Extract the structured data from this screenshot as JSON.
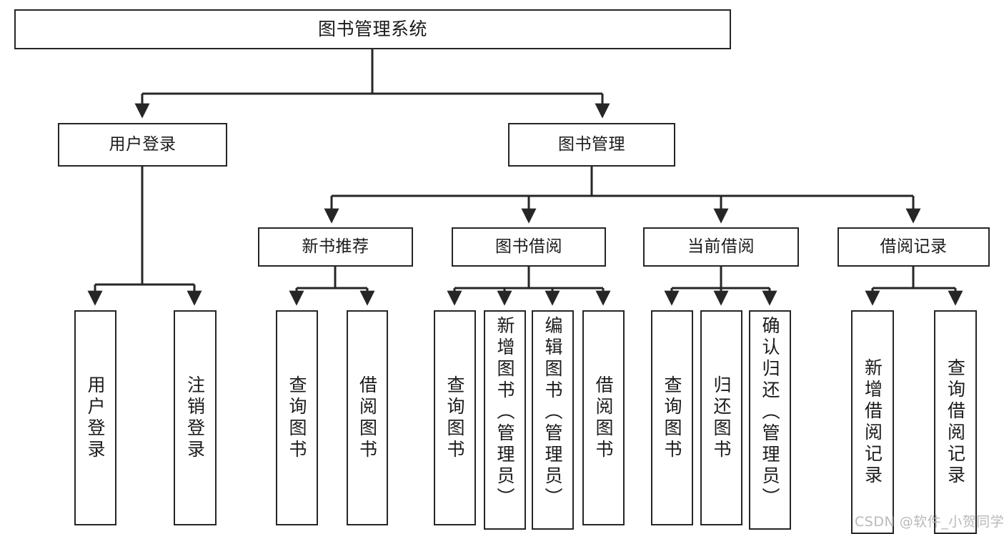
{
  "diagram": {
    "title": "图书管理系统",
    "watermark": "CSDN @软件_小贺同学",
    "colors": {
      "stroke": "#262626",
      "fill": "#ffffff",
      "text": "#1b1b1b",
      "watermark": "#b9b9b9"
    },
    "nodes": {
      "root": "图书管理系统",
      "level1": [
        "用户登录",
        "图书管理"
      ],
      "level2": [
        "新书推荐",
        "图书借阅",
        "当前借阅",
        "借阅记录"
      ],
      "leaves": {
        "user_login": [
          "用户登录",
          "注销登录"
        ],
        "new_book": [
          "查询图书",
          "借阅图书"
        ],
        "book_borrow": [
          "查询图书",
          "新增图书（管理员）",
          "编辑图书（管理员）",
          "借阅图书"
        ],
        "current_borrow": [
          "查询图书",
          "归还图书",
          "确认归还（管理员）"
        ],
        "borrow_record": [
          "新增借阅记录",
          "查询借阅记录"
        ]
      }
    }
  }
}
